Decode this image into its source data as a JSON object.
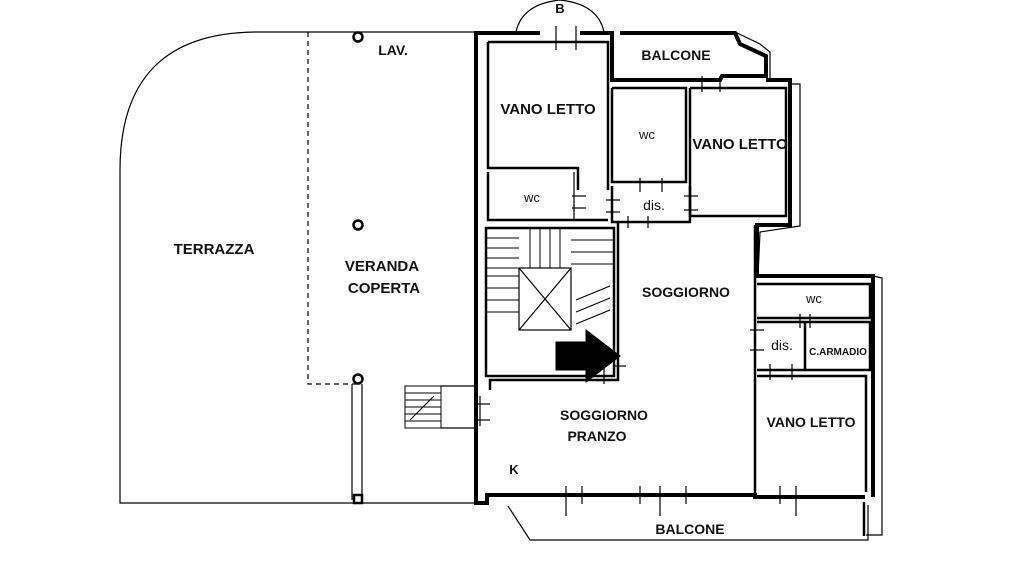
{
  "labels": {
    "terrazza": "TERRAZZA",
    "veranda_1": "VERANDA",
    "veranda_2": "COPERTA",
    "lav": "LAV.",
    "b": "B",
    "balcone_top": "BALCONE",
    "vano_letto_1": "VANO LETTO",
    "vano_letto_2": "VANO LETTO",
    "vano_letto_3": "VANO LETTO",
    "wc_1": "wc",
    "wc_2": "wc",
    "wc_3": "wc",
    "dis_1": "dis.",
    "dis_2": "dis.",
    "soggiorno": "SOGGIORNO",
    "soggiorno_pranzo_1": "SOGGIORNO",
    "soggiorno_pranzo_2": "PRANZO",
    "k": "K",
    "c_armadio": "C.ARMADIO",
    "balcone_bottom": "BALCONE"
  }
}
